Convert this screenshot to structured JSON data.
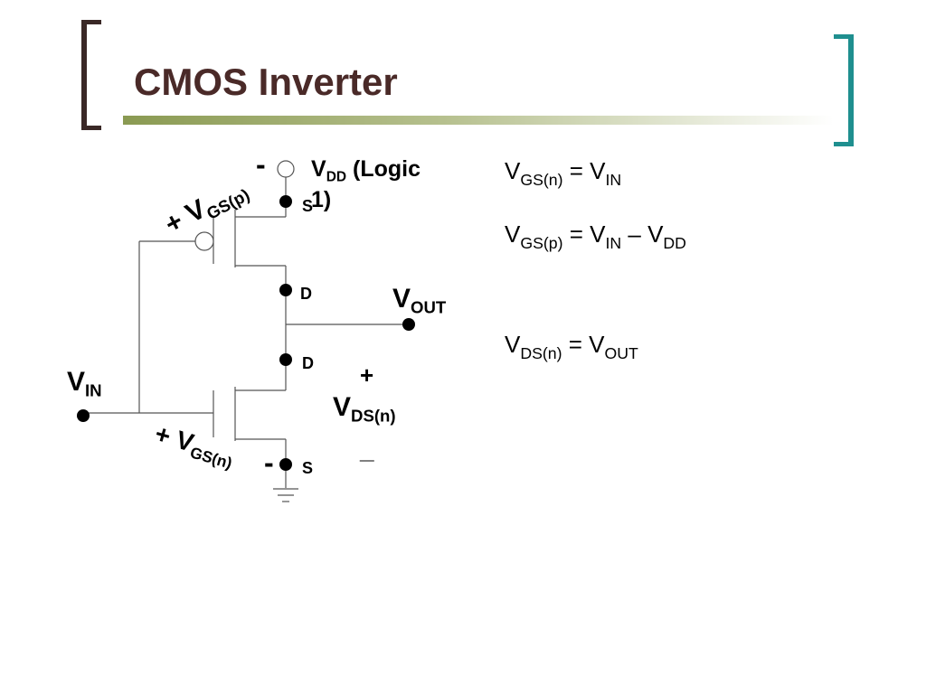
{
  "slide": {
    "title": "CMOS Inverter"
  },
  "diagram": {
    "vdd": {
      "main": "V",
      "sub": "DD",
      "suffix": " (Logic",
      "cont": "1)"
    },
    "vin": {
      "main": "V",
      "sub": "IN"
    },
    "vout": {
      "main": "V",
      "sub": "OUT"
    },
    "vds_n": {
      "main": "V",
      "sub": "DS(n)",
      "plus": "+",
      "minus": "_"
    },
    "vgs_p": {
      "plus": "+ V",
      "sub": "GS(p)",
      "minus": "-"
    },
    "vgs_n": {
      "plus": "+ V",
      "sub": "GS(n)",
      "minus": "-"
    },
    "terminals": {
      "s_top": "S",
      "d_top": "D",
      "d_bottom": "D",
      "s_bottom": "S"
    }
  },
  "equations": [
    {
      "lhs_main": "V",
      "lhs_sub": "GS(n)",
      "eq": " = ",
      "r1_main": "V",
      "r1_sub": "IN",
      "op": "",
      "r2_main": "",
      "r2_sub": ""
    },
    {
      "lhs_main": "V",
      "lhs_sub": "GS(p)",
      "eq": " = ",
      "r1_main": "V",
      "r1_sub": "IN",
      "op": " – ",
      "r2_main": "V",
      "r2_sub": "DD"
    },
    {
      "lhs_main": "V",
      "lhs_sub": "DS(n)",
      "eq": " = ",
      "r1_main": "V",
      "r1_sub": "OUT",
      "op": "",
      "r2_main": "",
      "r2_sub": ""
    }
  ],
  "colors": {
    "title": "#4a2a28",
    "left_bracket": "#3a2826",
    "right_bracket": "#1f8f8f",
    "rule": "#8a9a52"
  }
}
